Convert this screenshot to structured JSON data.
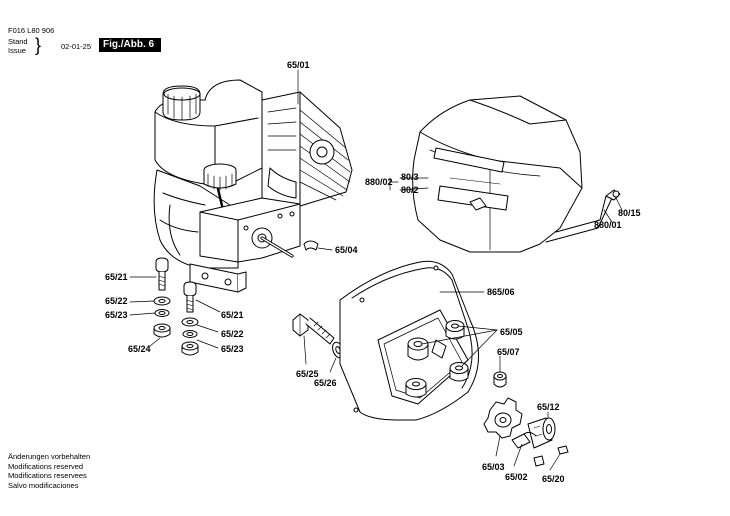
{
  "header": {
    "doc_number": "F016 L80 906",
    "stand_label": "Stand",
    "issue_label": "Issue",
    "date": "02-01-25",
    "figure": "Fig./Abb. 6"
  },
  "part_labels": {
    "p65_01": "65/01",
    "p65_04": "65/04",
    "p65_21a": "65/21",
    "p65_22a": "65/22",
    "p65_23a": "65/23",
    "p65_24": "65/24",
    "p65_21b": "65/21",
    "p65_22b": "65/22",
    "p65_23b": "65/23",
    "p65_25": "65/25",
    "p65_26": "65/26",
    "p865_06": "865/06",
    "p65_05": "65/05",
    "p65_07": "65/07",
    "p65_12": "65/12",
    "p65_03": "65/03",
    "p65_02": "65/02",
    "p65_20": "65/20",
    "p880_02": "880/02",
    "p80_3": "80/3",
    "p80_2": "80/2",
    "p80_15": "80/15",
    "p880_01": "880/01"
  },
  "footer": {
    "lines": [
      "Änderungen vorbehalten",
      "Modifications reserved",
      "Modifications reservees",
      "Salvo modificaciones"
    ]
  }
}
